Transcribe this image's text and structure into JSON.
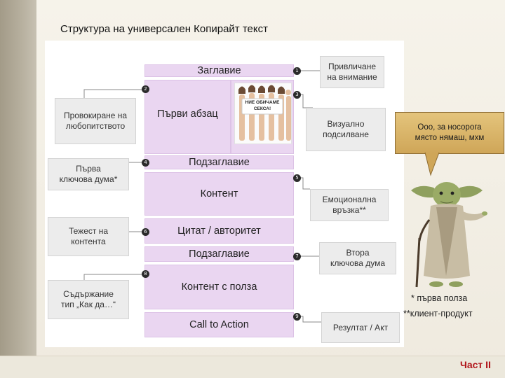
{
  "slide": {
    "title": "Структура на универсален Копирайт текст",
    "part_label": "Част II"
  },
  "diagram": {
    "sections": [
      {
        "id": "headline",
        "label": "Заглавие"
      },
      {
        "id": "first-paragraph",
        "label": "Първи абзац"
      },
      {
        "id": "subheading-1",
        "label": "Подзаглавие"
      },
      {
        "id": "content",
        "label": "Контент"
      },
      {
        "id": "quote",
        "label": "Цитат / авторитет"
      },
      {
        "id": "subheading-2",
        "label": "Подзаглавие"
      },
      {
        "id": "useful-content",
        "label": "Контент с полза"
      },
      {
        "id": "call-to-action",
        "label": "Call to Action"
      }
    ],
    "notes_right": [
      {
        "number": "1",
        "text": "Привличане\nна внимание"
      },
      {
        "number": "3",
        "text": "Визуално\nподсилване"
      },
      {
        "number": "5",
        "text": "Емоционална\nвръзка**"
      },
      {
        "number": "7",
        "text": "Втора\nключова дума"
      },
      {
        "number": "9",
        "text": "Резултат / Акт"
      }
    ],
    "notes_left": [
      {
        "number": "2",
        "text": "Провокиране на\nлюбопитството"
      },
      {
        "number": "4",
        "text": "Първа\nключова дума*"
      },
      {
        "number": "6",
        "text": "Тежест на\nконтента"
      },
      {
        "number": "8",
        "text": "Съдържание\nтип „Как да…“"
      }
    ],
    "photo_sign": "НИЕ ОБИЧАМЕ\nСЕКСА!"
  },
  "yoda": {
    "speech": "Ооо, за носорога\nмясто нямаш, мхм"
  },
  "footnotes": {
    "first": "* първа полза",
    "second": "**клиент-продукт"
  },
  "colors": {
    "section_fill": "#ead6f1",
    "note_fill": "#ececec",
    "part_label": "#b1151a",
    "speech_fill": "#d9b66a"
  }
}
